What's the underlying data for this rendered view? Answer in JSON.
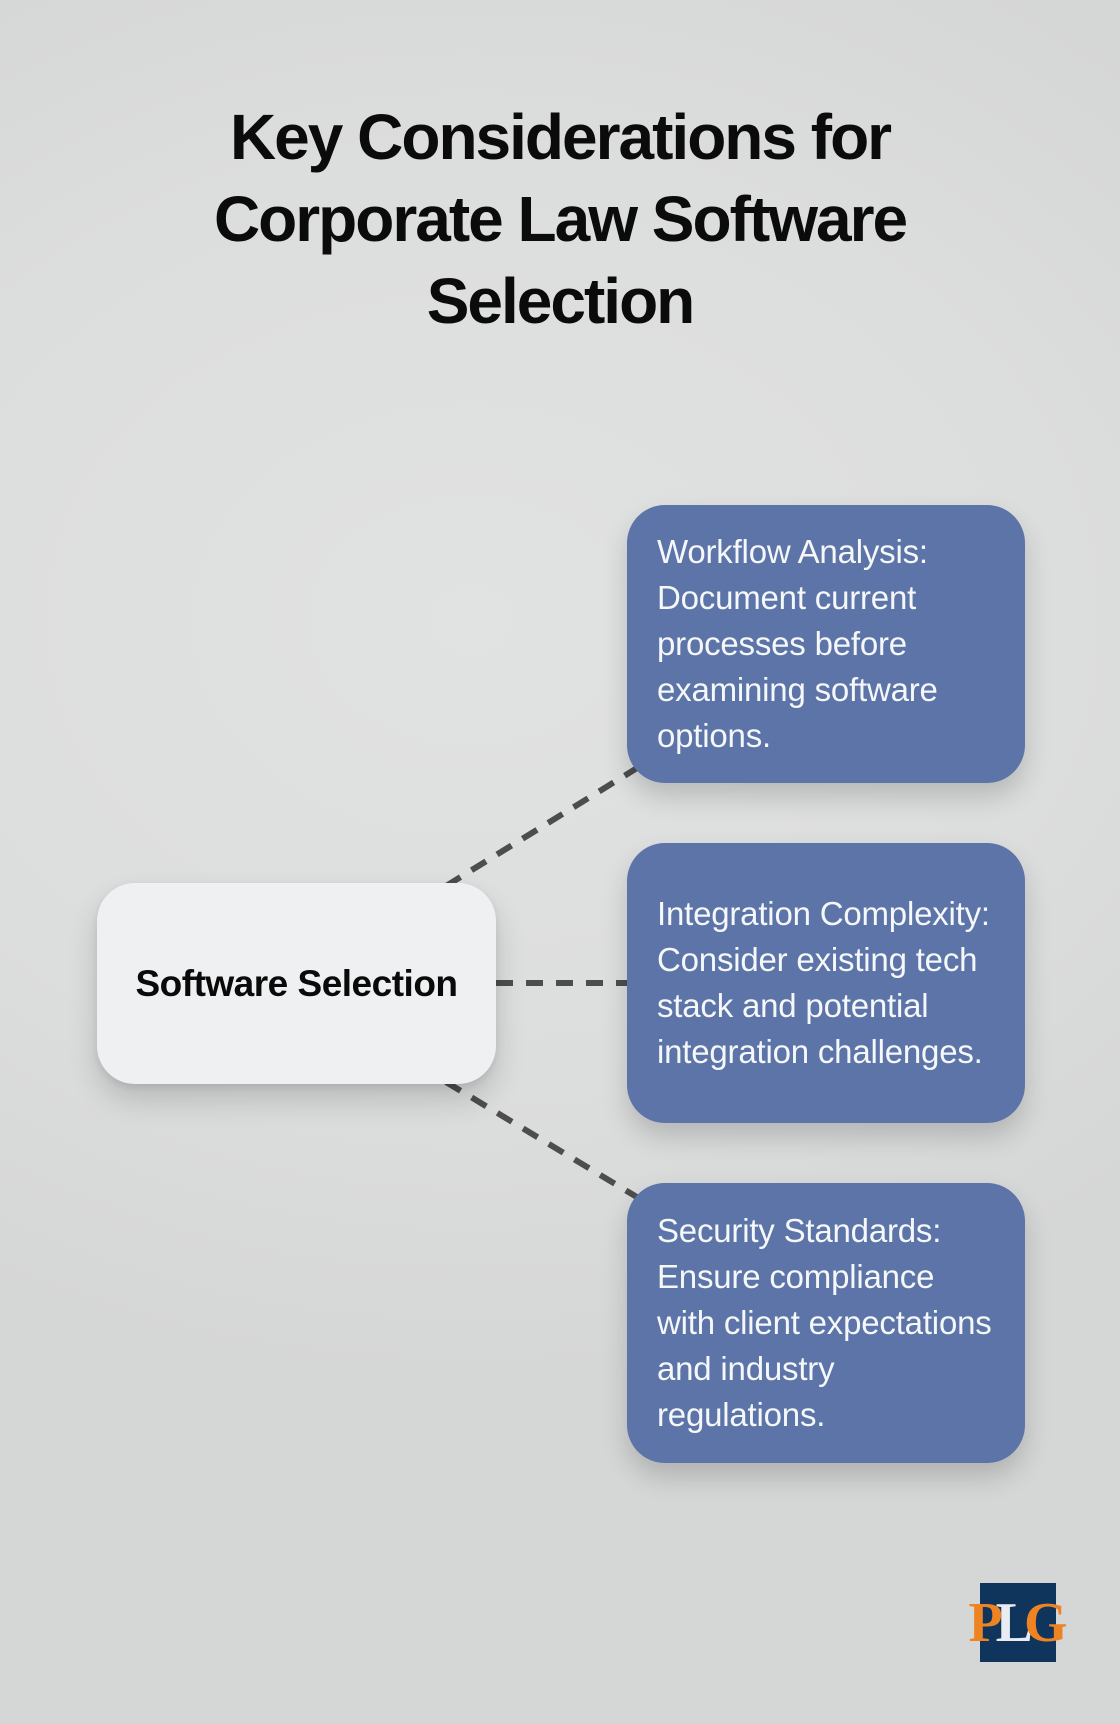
{
  "title": {
    "lines": [
      "Key Considerations for",
      "Corporate Law Software",
      "Selection"
    ]
  },
  "center_node": {
    "label": "Software Selection"
  },
  "considerations": [
    {
      "text": "Workflow Analysis: Document current processes before examining software options."
    },
    {
      "text": "Integration Complexity: Consider existing tech stack and potential integration challenges."
    },
    {
      "text": "Security Standards: Ensure compliance with client expectations and industry regulations."
    }
  ],
  "logo": {
    "letters": [
      "P",
      "L",
      "G"
    ]
  },
  "colors": {
    "background": "#dcdddd",
    "accent_blue": "#5c74a7",
    "card_background": "#eef0f2",
    "card_text": "#f5f7f9",
    "title_text": "#0b0b0b",
    "connector": "#4d4d4d",
    "logo_navy": "#0f355c",
    "logo_orange": "#ee8322",
    "logo_silver": "#e9edf2"
  }
}
